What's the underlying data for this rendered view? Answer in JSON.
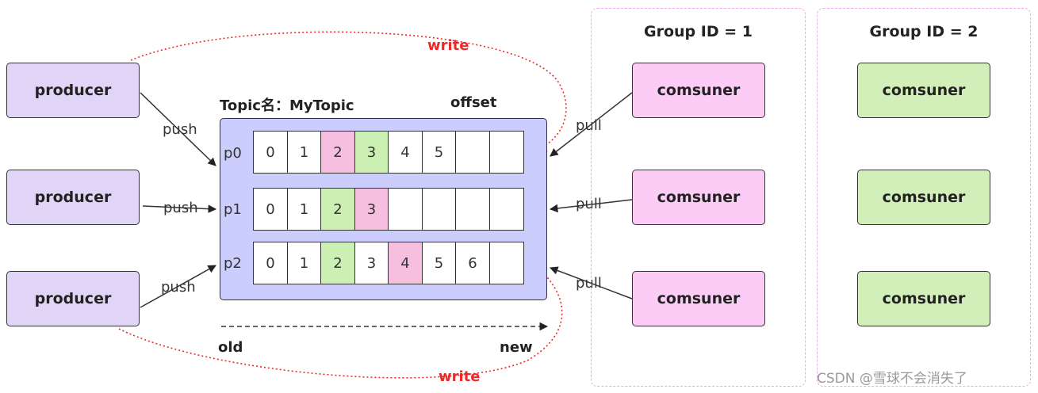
{
  "producers": [
    {
      "label": "producer",
      "push": "push"
    },
    {
      "label": "producer",
      "push": "push"
    },
    {
      "label": "producer",
      "push": "push"
    }
  ],
  "topic": {
    "title": "Topic名：MyTopic",
    "offset_label": "offset",
    "partitions": [
      {
        "label": "p0",
        "cells": [
          {
            "v": "0",
            "c": ""
          },
          {
            "v": "1",
            "c": ""
          },
          {
            "v": "2",
            "c": "pink"
          },
          {
            "v": "3",
            "c": "green"
          },
          {
            "v": "4",
            "c": ""
          },
          {
            "v": "5",
            "c": ""
          },
          {
            "v": "",
            "c": ""
          },
          {
            "v": "",
            "c": ""
          }
        ]
      },
      {
        "label": "p1",
        "cells": [
          {
            "v": "0",
            "c": ""
          },
          {
            "v": "1",
            "c": ""
          },
          {
            "v": "2",
            "c": "green"
          },
          {
            "v": "3",
            "c": "pink"
          },
          {
            "v": "",
            "c": ""
          },
          {
            "v": "",
            "c": ""
          },
          {
            "v": "",
            "c": ""
          },
          {
            "v": "",
            "c": ""
          }
        ]
      },
      {
        "label": "p2",
        "cells": [
          {
            "v": "0",
            "c": ""
          },
          {
            "v": "1",
            "c": ""
          },
          {
            "v": "2",
            "c": "green"
          },
          {
            "v": "3",
            "c": ""
          },
          {
            "v": "4",
            "c": "pink"
          },
          {
            "v": "5",
            "c": ""
          },
          {
            "v": "6",
            "c": ""
          },
          {
            "v": "",
            "c": ""
          }
        ]
      }
    ],
    "old_label": "old",
    "new_label": "new"
  },
  "write_labels": [
    "write",
    "write"
  ],
  "pull_labels": [
    "pull",
    "pull",
    "pull"
  ],
  "groups": [
    {
      "title": "Group ID = 1",
      "consumers": [
        "comsuner",
        "comsuner",
        "comsuner"
      ]
    },
    {
      "title": "Group ID = 2",
      "consumers": [
        "comsuner",
        "comsuner",
        "comsuner"
      ]
    }
  ],
  "watermark": "CSDN @雪球不会消失了",
  "colors": {
    "producer": "#e1d5f7",
    "group1_consumer": "#fcccf7",
    "group2_consumer": "#d3efb9",
    "topic_bg": "#cbcdfc",
    "cell_pink": "#f7bfdf",
    "cell_green": "#ccefb3",
    "write_red": "#f02828",
    "group_border": "#f3a6ee"
  }
}
